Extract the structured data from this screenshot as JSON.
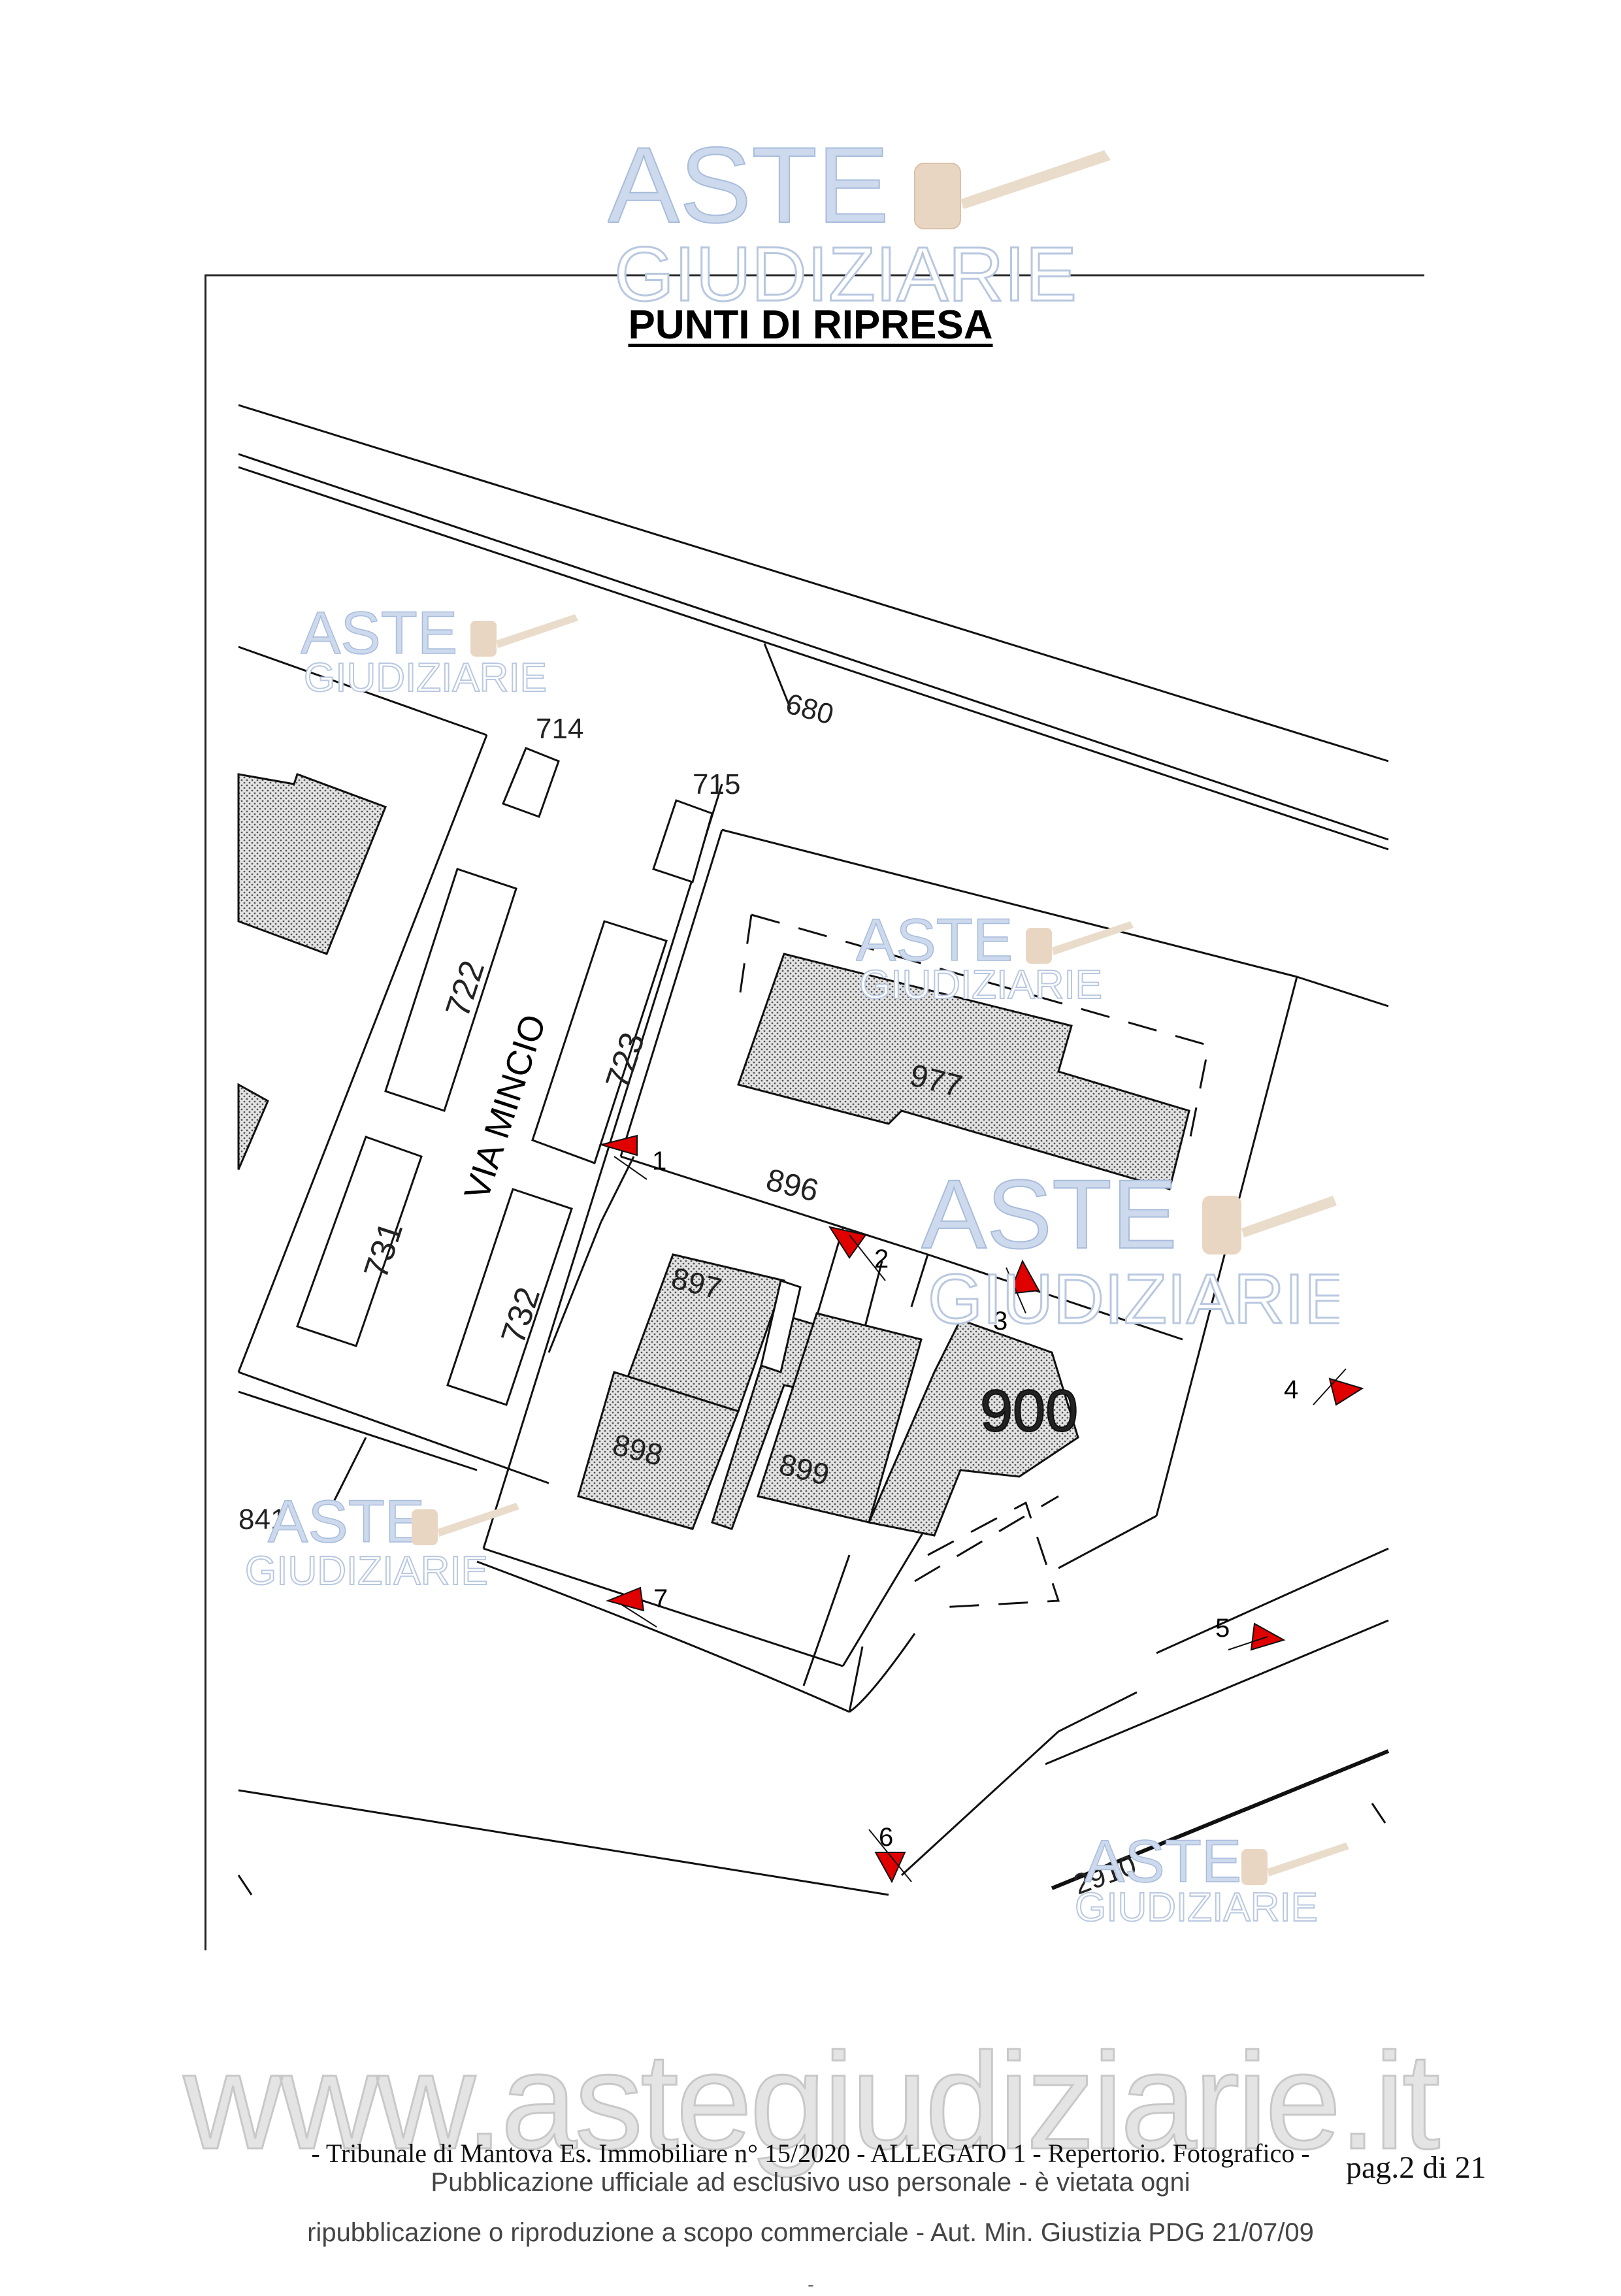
{
  "document": {
    "title": "PUNTI DI RIPRESA",
    "street_label": "VIA MINCIO",
    "parcels": [
      "680",
      "714",
      "715",
      "722",
      "723",
      "731",
      "732",
      "977",
      "896",
      "897",
      "898",
      "899",
      "900",
      "841",
      "2910"
    ],
    "viewpoints": [
      "1",
      "2",
      "3",
      "4",
      "5",
      "6",
      "7"
    ],
    "marker_color": "#e00000"
  },
  "watermark": {
    "brand_top": "ASTE",
    "brand_bottom": "GIUDIZIARIE",
    "website": "www.astegiudiziarie.it",
    "color": "#9fb5d8"
  },
  "footer": {
    "case_line": "- Tribunale di Mantova Es. Immobiliare n° 15/2020   - ALLEGATO 1 - Repertorio. Fotografico -",
    "publication_line1": "Pubblicazione ufficiale ad esclusivo uso personale - è vietata ogni",
    "publication_line2": "ripubblicazione o riproduzione a scopo commerciale - Aut. Min. Giustizia PDG 21/07/09",
    "page": "pag.2 di 21",
    "dash": "-"
  }
}
